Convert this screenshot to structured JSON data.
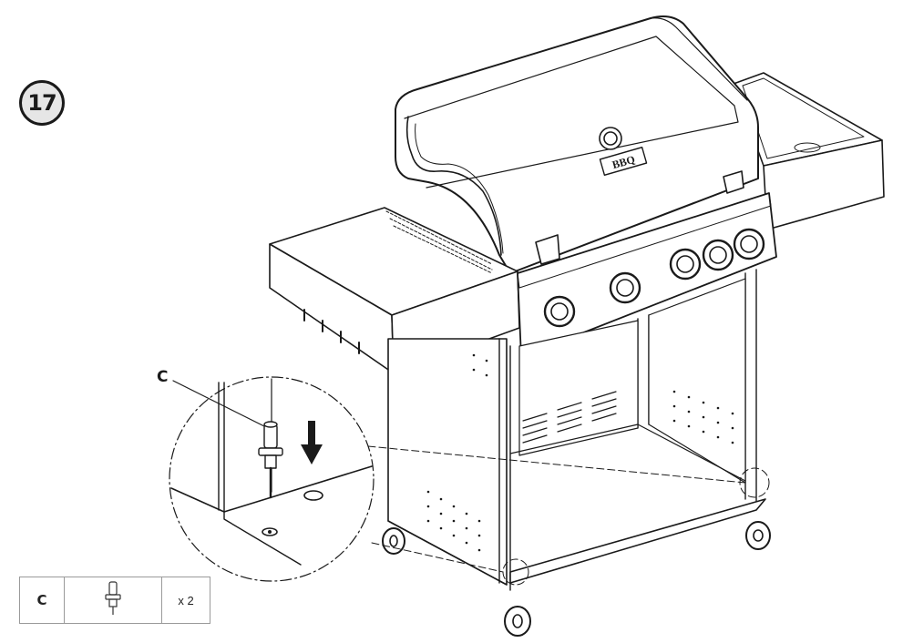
{
  "step": {
    "number": "17"
  },
  "callout": {
    "label": "C"
  },
  "brand_badge": "BBQ",
  "parts_table": {
    "rows": [
      {
        "letter": "C",
        "icon": "bolt-pin-icon",
        "quantity": "x 2"
      }
    ]
  },
  "colors": {
    "line": "#1a1a1a",
    "step_fill": "#e6e6e6",
    "table_border": "#9a9a9a"
  }
}
